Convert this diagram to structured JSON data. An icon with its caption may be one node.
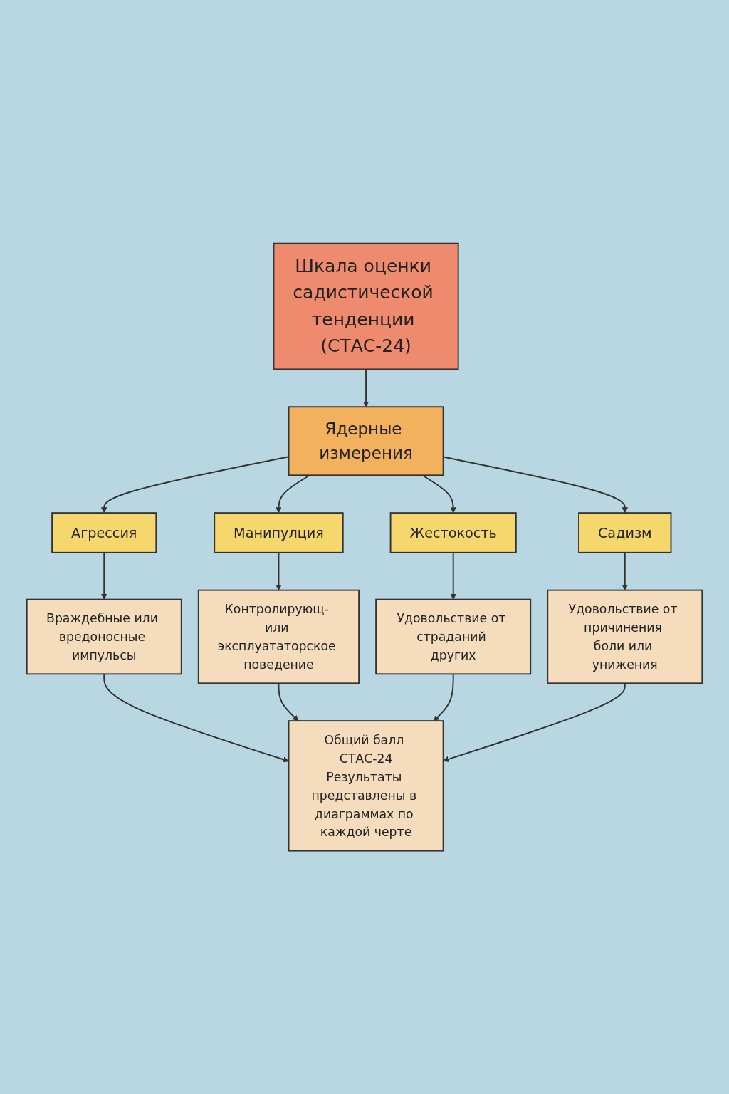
{
  "diagram": {
    "nodes": [
      {
        "text": [
          "Шкала оценки садистической тенденции (СТАС-24)"
        ]
      },
      {
        "text": [
          "Ядерные измерения"
        ]
      },
      {
        "text": [
          "Агрессия"
        ]
      },
      {
        "text": [
          "Манипулция"
        ]
      },
      {
        "text": [
          "Жестокость"
        ]
      },
      {
        "text": [
          "Садизм"
        ]
      },
      {
        "text": [
          "Враждебные или вредоносные импульсы"
        ]
      },
      {
        "text": [
          "Контролирующ- или эксплуататорское поведение"
        ]
      },
      {
        "text": [
          "Удовольствие от страданий других"
        ]
      },
      {
        "text": [
          "Удовольствие от причинения боли или унижения"
        ]
      },
      {
        "text": [
          "Общий балл СТАС-24",
          "Результаты представлены в диаграммах по каждой черте"
        ]
      }
    ],
    "edges": [
      {
        "from": 0,
        "to": 1,
        "arrow": "to"
      },
      {
        "from": 1,
        "to": 2,
        "arrow": "to"
      },
      {
        "from": 1,
        "to": 3,
        "arrow": "to"
      },
      {
        "from": 1,
        "to": 4,
        "arrow": "to"
      },
      {
        "from": 1,
        "to": 5,
        "arrow": "to"
      },
      {
        "from": 2,
        "to": 6,
        "arrow": "to"
      },
      {
        "from": 3,
        "to": 7,
        "arrow": "to"
      },
      {
        "from": 4,
        "to": 8,
        "arrow": "to"
      },
      {
        "from": 5,
        "to": 9,
        "arrow": "to"
      },
      {
        "from": 6,
        "to": 10,
        "arrow": "to"
      },
      {
        "from": 7,
        "to": 10,
        "arrow": "to"
      },
      {
        "from": 8,
        "to": 10,
        "arrow": "to"
      },
      {
        "from": 9,
        "to": 10,
        "arrow": "to"
      }
    ]
  }
}
